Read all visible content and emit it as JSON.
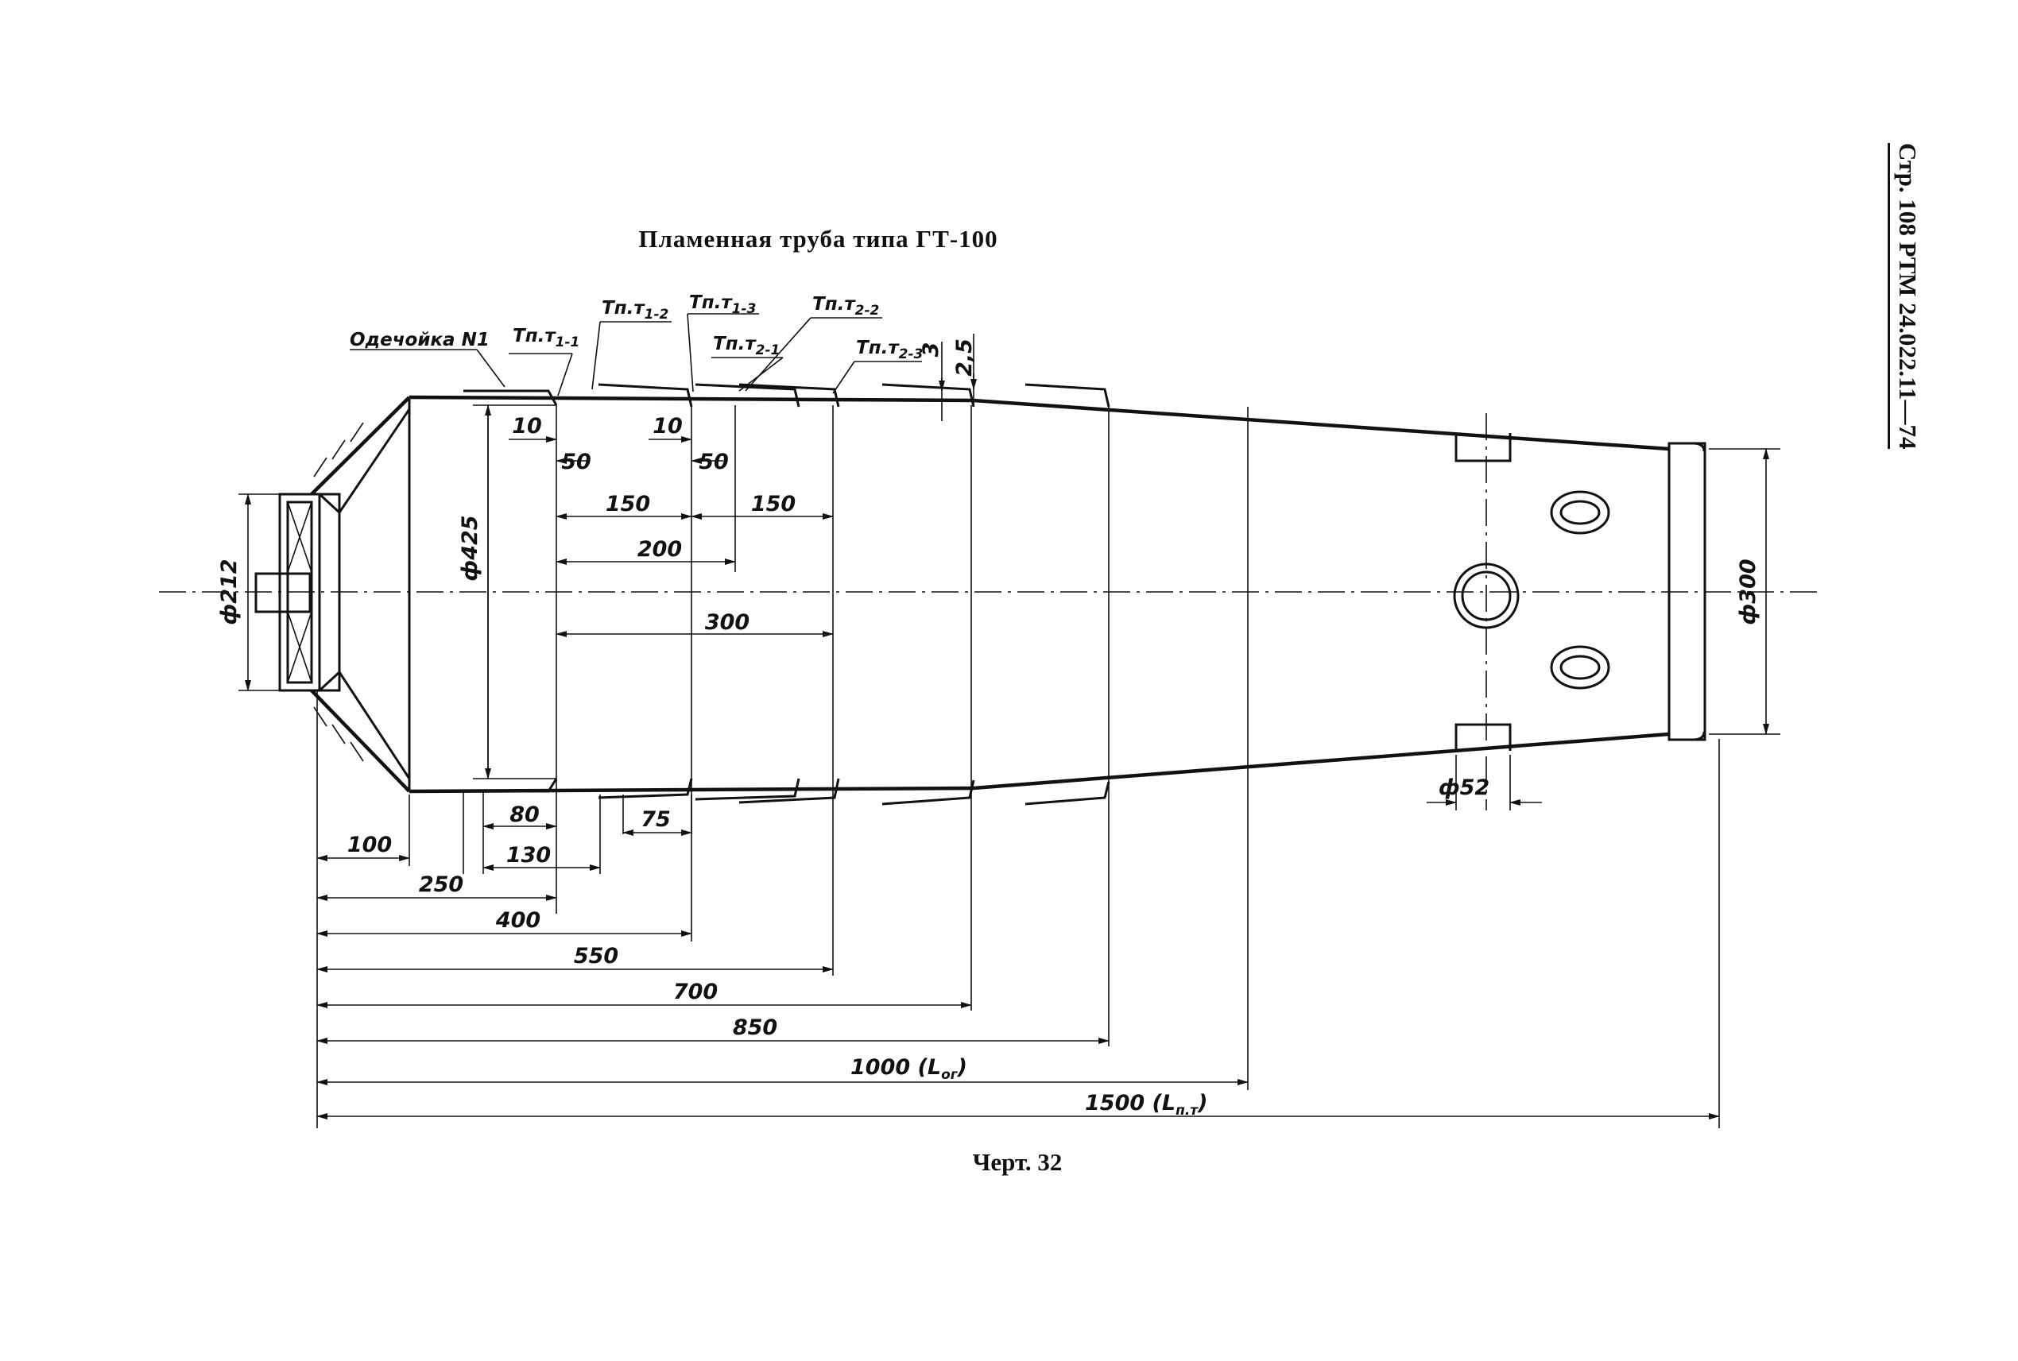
{
  "page": {
    "title": "Пламенная труба типа ГТ-100",
    "side_header": "Стр. 108  РТМ 24.022.11—74",
    "caption": "Черт. 32"
  },
  "labels": {
    "shield": "Одечойка N1",
    "tp11": "Тп.т",
    "tp11_sub": "1-1",
    "tp12": "Тп.т",
    "tp12_sub": "1-2",
    "tp13": "Тп.т",
    "tp13_sub": "1-3",
    "tp21": "Тп.т",
    "tp21_sub": "2-1",
    "tp22": "Тп.т",
    "tp22_sub": "2-2",
    "tp23": "Тп.т",
    "tp23_sub": "2-3"
  },
  "dims": {
    "d212": "ф212",
    "d425": "ф425",
    "d300": "ф300",
    "d52": "ф52",
    "d3": "3",
    "d25": "2,5",
    "d10a": "10",
    "d50a": "50",
    "d10b": "10",
    "d50b": "50",
    "d150a": "150",
    "d150b": "150",
    "d200": "200",
    "d300h": "300",
    "d80": "80",
    "d75": "75",
    "d130": "130",
    "d100": "100",
    "d250": "250",
    "d400": "400",
    "d550": "550",
    "d700": "700",
    "d850": "850",
    "d1000": "1000 (L",
    "d1000_sub": "ог",
    "d1000_end": ")",
    "d1500": "1500 (L",
    "d1500_sub": "п.т",
    "d1500_end": ")"
  }
}
